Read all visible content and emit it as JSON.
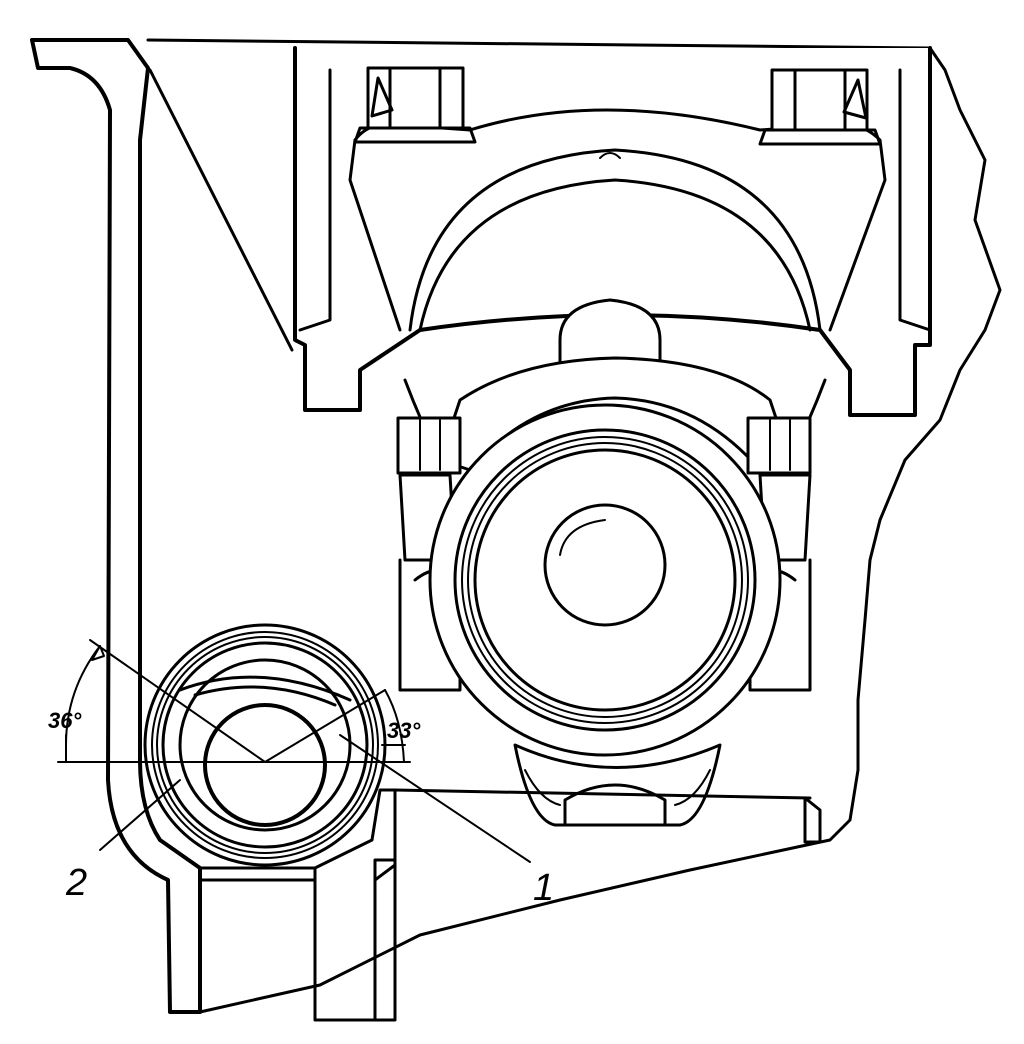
{
  "figure": {
    "callouts": [
      {
        "id": "1",
        "text": "1"
      },
      {
        "id": "2",
        "text": "2"
      }
    ],
    "angles": [
      {
        "id": "left",
        "text": "36°"
      },
      {
        "id": "right",
        "text": "33°"
      }
    ]
  }
}
